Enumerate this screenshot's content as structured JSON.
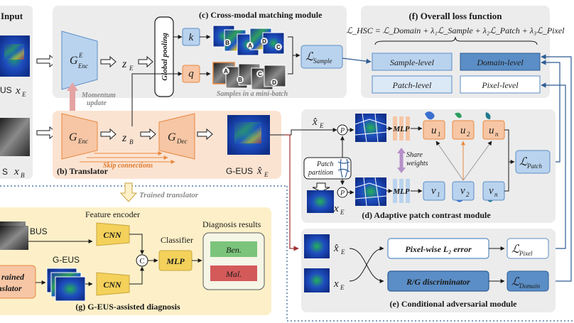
{
  "panels": {
    "input": {
      "title": "Input",
      "eus_label": "US",
      "eus_var": "x",
      "eus_sub": "E",
      "bus_label": "S",
      "bus_var": "x",
      "bus_sub": "B"
    },
    "cross_modal": {
      "title": "(c) Cross-modal matching module",
      "encoder_E": "G",
      "encoder_E_sup": "E",
      "encoder_E_sub": "Enc",
      "z_E": "z",
      "z_E_sub": "E",
      "global_pooling": "Global pooling",
      "k": "k",
      "q": "q",
      "samples_caption": "Samples in a mini-batch",
      "tile_letters": [
        "B",
        "A",
        "D",
        "C",
        "A",
        "B",
        "C",
        "D"
      ],
      "loss_sample": "ℒ",
      "loss_sample_sub": "Sample",
      "momentum": "Momentum",
      "update": "update"
    },
    "translator": {
      "title": "(b) Translator",
      "encoder": "G",
      "encoder_sub": "Enc",
      "z_B": "z",
      "z_B_sub": "B",
      "decoder": "G",
      "decoder_sub": "Dec",
      "skip": "Skip connections",
      "geus_label": "G-EUS",
      "geus_var": "x̂",
      "geus_sub": "E"
    },
    "loss_function": {
      "title": "(f) Overall loss function",
      "equation": "ℒ_HSC = ℒ_Domain + λ₁ℒ_Sample + λ₂ℒ_Patch + λ₃ℒ_Pixel",
      "sample_level": "Sample-level",
      "domain_level": "Domain-level",
      "patch_level": "Patch-level",
      "pixel_level": "Pixel-level"
    },
    "patch_contrast": {
      "title": "(d) Adaptive patch contrast module",
      "xhat": "x̂",
      "xhat_sub": "E",
      "x": "x",
      "x_sub": "E",
      "p": "P",
      "patch_partition_1": "Patch",
      "patch_partition_2": "partition",
      "mlp": "MLP",
      "share_1": "Share",
      "share_2": "weights",
      "u": [
        "u",
        "u",
        "u"
      ],
      "u_sub": [
        "1",
        "2",
        "n"
      ],
      "v": [
        "v",
        "v",
        "v"
      ],
      "v_sub": [
        "1",
        "2",
        "n"
      ],
      "dots": "…",
      "loss": "ℒ",
      "loss_sub": "Patch"
    },
    "adversarial": {
      "title": "(e) Conditional adversarial module",
      "xhat": "x̂",
      "xhat_sub": "E",
      "x": "x",
      "x_sub": "E",
      "pixel_error": "Pixel-wise L₂ error",
      "discriminator": "R/G discriminator",
      "loss_pixel": "ℒ",
      "loss_pixel_sub": "Pixel",
      "loss_domain": "ℒ",
      "loss_domain_sub": "Domain"
    },
    "diagnosis": {
      "title": "(g) G-EUS-assisted diagnosis",
      "trained_translator_note": "Trained translator",
      "feature_encoder": "Feature encoder",
      "bus": "BUS",
      "geus": "G-EUS",
      "cnn": "CNN",
      "c": "C",
      "classifier": "Classifier",
      "mlp": "MLP",
      "results": "Diagnosis results",
      "benign": "Ben.",
      "malignant": "Mal.",
      "trained_1": "rained",
      "trained_2": "nslator"
    }
  },
  "colors": {
    "blue_box": "#b9d3ee",
    "blue_dark": "#5b8ec6",
    "orange_box": "#f6c6a5",
    "orange_panel": "#fbe3d2",
    "gray_panel": "#ececec",
    "yellow_panel": "#fdf0c8",
    "green": "#7bc47b",
    "red": "#d45a5a"
  }
}
